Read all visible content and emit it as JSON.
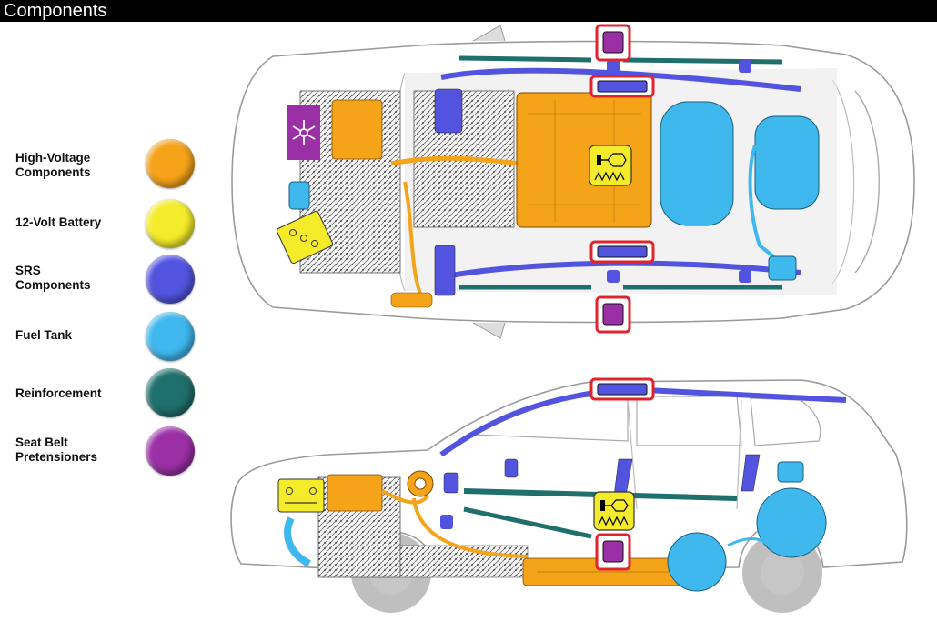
{
  "header": {
    "title": "Components"
  },
  "legend": [
    {
      "line1": "High-Voltage",
      "line2": "Components",
      "color": "#F5A319"
    },
    {
      "line1": "12-Volt Battery",
      "line2": "",
      "color": "#F4EC2A"
    },
    {
      "line1": "SRS",
      "line2": "Components",
      "color": "#5254E0"
    },
    {
      "line1": "Fuel Tank",
      "line2": "",
      "color": "#3FB8EE"
    },
    {
      "line1": "Reinforcement",
      "line2": "",
      "color": "#1F6F6C"
    },
    {
      "line1": "Seat Belt",
      "line2": "Pretensioners",
      "color": "#9B2FA6"
    }
  ],
  "colors": {
    "high_voltage": "#F5A319",
    "battery_12v": "#F4EC2A",
    "srs": "#5254E0",
    "fuel_tank": "#3FB8EE",
    "reinforcement": "#1F6F6C",
    "seat_belt": "#9B2FA6",
    "highlight_box": "#E0242C",
    "car_outline": "#9a9a9a"
  },
  "icons": {
    "ac_compressor": "snowflake-icon",
    "battery": "battery-icon",
    "hv_warning": "high-voltage-symbol-icon"
  }
}
